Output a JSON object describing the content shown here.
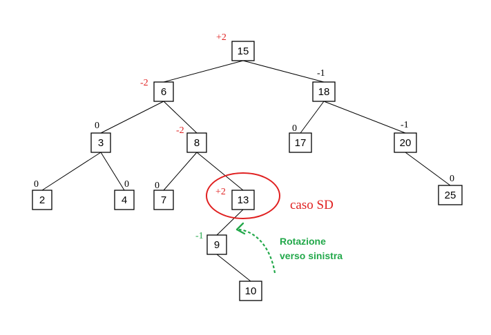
{
  "colors": {
    "node_border": "#000000",
    "balance_default": "#000000",
    "balance_highlight": "#e02020",
    "rotation": "#22a84a"
  },
  "nodes": [
    {
      "id": "15",
      "label": "15",
      "balance": "+2",
      "balance_color": "#e02020"
    },
    {
      "id": "6",
      "label": "6",
      "balance": "-2",
      "balance_color": "#e02020"
    },
    {
      "id": "18",
      "label": "18",
      "balance": "-1",
      "balance_color": "#000000"
    },
    {
      "id": "3",
      "label": "3",
      "balance": "0",
      "balance_color": "#000000"
    },
    {
      "id": "8",
      "label": "8",
      "balance": "-2",
      "balance_color": "#e02020"
    },
    {
      "id": "17",
      "label": "17",
      "balance": "0",
      "balance_color": "#000000"
    },
    {
      "id": "20",
      "label": "20",
      "balance": "-1",
      "balance_color": "#000000"
    },
    {
      "id": "2",
      "label": "2",
      "balance": "0",
      "balance_color": "#000000"
    },
    {
      "id": "4",
      "label": "4",
      "balance": "0",
      "balance_color": "#000000"
    },
    {
      "id": "7",
      "label": "7",
      "balance": "0",
      "balance_color": "#000000"
    },
    {
      "id": "13",
      "label": "13",
      "balance": "+2",
      "balance_color": "#e02020"
    },
    {
      "id": "25",
      "label": "25",
      "balance": "0",
      "balance_color": "#000000"
    },
    {
      "id": "9",
      "label": "9",
      "balance": "-1",
      "balance_color": "#22a84a"
    },
    {
      "id": "10",
      "label": "10",
      "balance": "",
      "balance_color": "#000000"
    }
  ],
  "edges": [
    [
      "15",
      "6"
    ],
    [
      "15",
      "18"
    ],
    [
      "6",
      "3"
    ],
    [
      "6",
      "8"
    ],
    [
      "18",
      "17"
    ],
    [
      "18",
      "20"
    ],
    [
      "3",
      "2"
    ],
    [
      "3",
      "4"
    ],
    [
      "8",
      "7"
    ],
    [
      "8",
      "13"
    ],
    [
      "20",
      "25"
    ],
    [
      "13",
      "9"
    ],
    [
      "9",
      "10"
    ]
  ],
  "annotations": {
    "case_label": "caso SD",
    "case_color": "#e02020",
    "rotation_line1": "Rotazione",
    "rotation_line2": "verso sinistra",
    "rotation_color": "#22a84a"
  }
}
